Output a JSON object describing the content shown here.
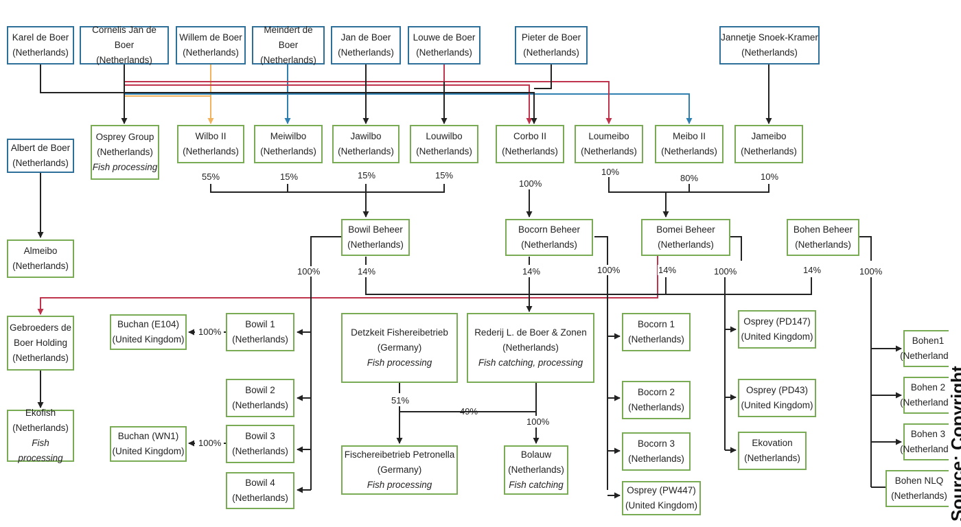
{
  "people": {
    "karel": {
      "name": "Karel de Boer",
      "country": "(Netherlands)"
    },
    "cornelis": {
      "name": "Cornelis Jan de Boer",
      "country": "(Netherlands)"
    },
    "willem": {
      "name": "Willem de Boer",
      "country": "(Netherlands)"
    },
    "meindert": {
      "name": "Meindert de Boer",
      "country": "(Netherlands)"
    },
    "jan": {
      "name": "Jan de Boer",
      "country": "(Netherlands)"
    },
    "louwe": {
      "name": "Louwe de Boer",
      "country": "(Netherlands)"
    },
    "pieter": {
      "name": "Pieter de Boer",
      "country": "(Netherlands)"
    },
    "jannetje": {
      "name": "Jannetje Snoek-Kramer",
      "country": "(Netherlands)"
    },
    "albert": {
      "name": "Albert de Boer",
      "country": "(Netherlands)"
    }
  },
  "companies": {
    "osprey_group": {
      "name": "Osprey Group",
      "country": "(Netherlands)",
      "activity": "Fish processing"
    },
    "wilbo2": {
      "name": "Wilbo II",
      "country": "(Netherlands)"
    },
    "meiwilbo": {
      "name": "Meiwilbo",
      "country": "(Netherlands)"
    },
    "jawilbo": {
      "name": "Jawilbo",
      "country": "(Netherlands)"
    },
    "louwilbo": {
      "name": "Louwilbo",
      "country": "(Netherlands)"
    },
    "corbo2": {
      "name": "Corbo II",
      "country": "(Netherlands)"
    },
    "loumeibo": {
      "name": "Loumeibo",
      "country": "(Netherlands)"
    },
    "meibo2": {
      "name": "Meibo II",
      "country": "(Netherlands)"
    },
    "jameibo": {
      "name": "Jameibo",
      "country": "(Netherlands)"
    },
    "almeibo": {
      "name": "Almeibo",
      "country": "(Netherlands)"
    },
    "bowil_beheer": {
      "name": "Bowil Beheer",
      "country": "(Netherlands)"
    },
    "bocorn_beheer": {
      "name": "Bocorn Beheer",
      "country": "(Netherlands)"
    },
    "bomei_beheer": {
      "name": "Bomei Beheer",
      "country": "(Netherlands)"
    },
    "bohen_beheer": {
      "name": "Bohen Beheer",
      "country": "(Netherlands)"
    },
    "gebroeders": {
      "name": "Gebroeders de Boer Holding",
      "country": "(Netherlands)"
    },
    "ekofish": {
      "name": "Ekofish",
      "country": "(Netherlands)",
      "activity": "Fish processing"
    },
    "buchan_e104": {
      "name": "Buchan (E104)",
      "country": "(United Kingdom)"
    },
    "buchan_wn1": {
      "name": "Buchan (WN1)",
      "country": "(United Kingdom)"
    },
    "bowil1": {
      "name": "Bowil 1",
      "country": "(Netherlands)"
    },
    "bowil2": {
      "name": "Bowil 2",
      "country": "(Netherlands)"
    },
    "bowil3": {
      "name": "Bowil 3",
      "country": "(Netherlands)"
    },
    "bowil4": {
      "name": "Bowil 4",
      "country": "(Netherlands)"
    },
    "detzkeit": {
      "name": "Detzkeit Fishereibetrieb",
      "country": "(Germany)",
      "activity": "Fish processing"
    },
    "rederij": {
      "name": "Rederij L. de Boer & Zonen",
      "country": "(Netherlands)",
      "activity": "Fish catching, processing"
    },
    "petronella": {
      "name": "Fischereibetrieb Petronella",
      "country": "(Germany)",
      "activity": "Fish processing"
    },
    "bolauw": {
      "name": "Bolauw",
      "country": "(Netherlands)",
      "activity": "Fish catching"
    },
    "bocorn1": {
      "name": "Bocorn 1",
      "country": "(Netherlands)"
    },
    "bocorn2": {
      "name": "Bocorn 2",
      "country": "(Netherlands)"
    },
    "bocorn3": {
      "name": "Bocorn 3",
      "country": "(Netherlands)"
    },
    "osprey_pw447": {
      "name": "Osprey (PW447)",
      "country": "(United Kingdom)"
    },
    "osprey_pd147": {
      "name": "Osprey (PD147)",
      "country": "(United Kingdom)"
    },
    "osprey_pd43": {
      "name": "Osprey (PD43)",
      "country": "(United Kingdom)"
    },
    "ekovation": {
      "name": "Ekovation",
      "country": "(Netherlands)"
    },
    "bohen1": {
      "name": "Bohen1",
      "country": "(Netherlands)"
    },
    "bohen2": {
      "name": "Bohen 2",
      "country": "(Netherlands)"
    },
    "bohen3": {
      "name": "Bohen 3",
      "country": "(Netherlands)"
    },
    "bohen_nlq": {
      "name": "Bohen NLQ",
      "country": "(Netherlands)"
    }
  },
  "percentages": {
    "wilbo2": "55%",
    "meiwilbo": "15%",
    "jawilbo": "15%",
    "louwilbo": "15%",
    "corbo2": "100%",
    "loumeibo": "10%",
    "meibo2": "80%",
    "jameibo": "10%",
    "bowil_subs": "100%",
    "bowil_to_rederij": "14%",
    "bocorn_to_rederij": "14%",
    "bocorn_subs": "100%",
    "bomei_to_rederij": "14%",
    "bomei_subs": "100%",
    "bohen_to_rederij": "14%",
    "bohen_subs": "100%",
    "bowil1_to_e104": "100%",
    "bowil3_to_wn1": "100%",
    "detzkeit_to_petronella": "51%",
    "rederij_to_petronella": "49%",
    "rederij_to_bolauw": "100%"
  },
  "colors": {
    "person_border": "#2e6f99",
    "company_border": "#79ab54",
    "line_black": "#222222",
    "line_red": "#c0334d",
    "line_blue": "#2f7fb0",
    "line_orange": "#f2b35e"
  },
  "edge_text": "Source: Copyright"
}
